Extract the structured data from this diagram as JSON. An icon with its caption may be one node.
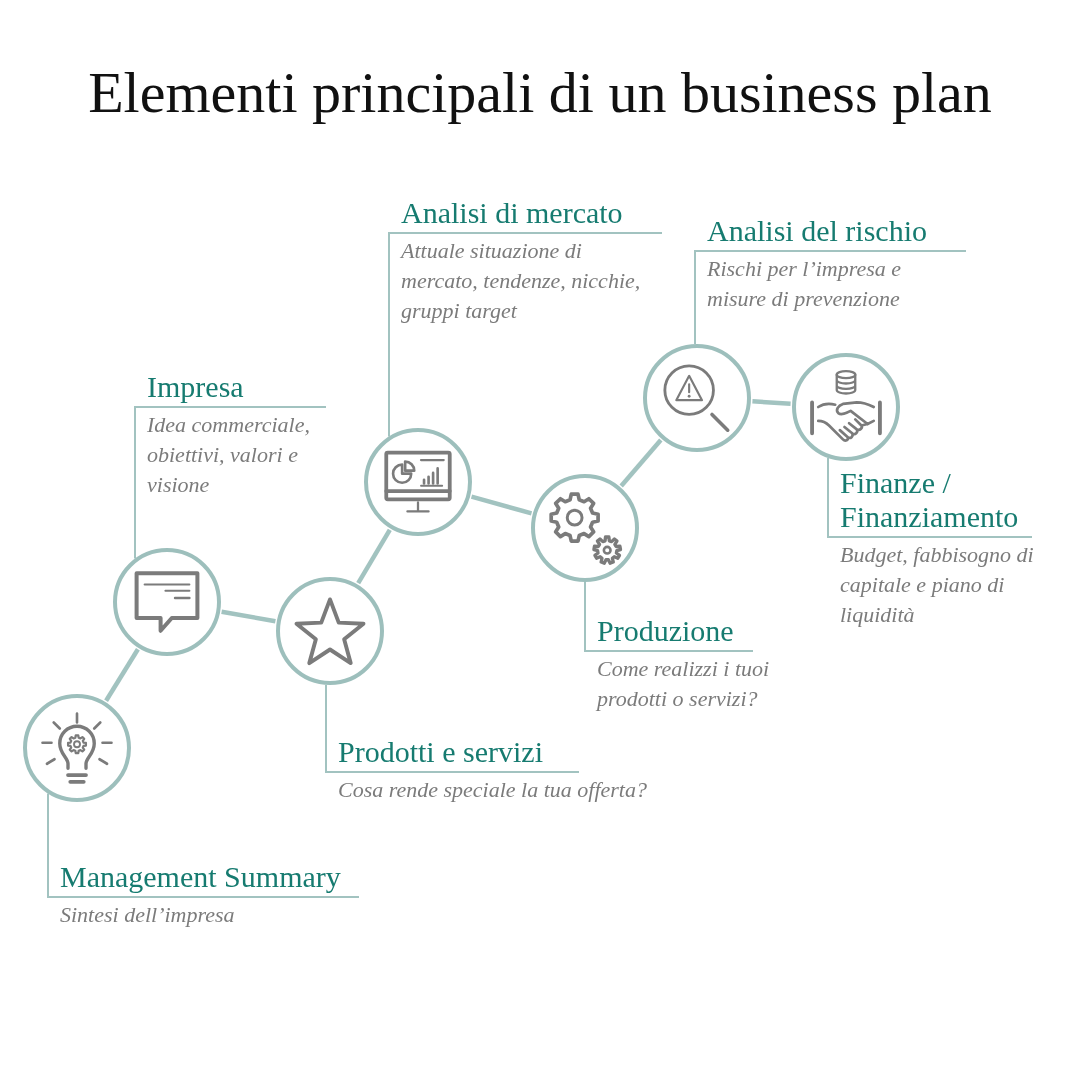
{
  "diagram": {
    "title": "Elementi principali di un business plan",
    "nodes": [
      {
        "text": [],
        "shape": "circle"
      },
      {
        "text": [
          "Management Summary",
          "Sintesi dell’impresa"
        ]
      },
      {
        "text": [],
        "shape": "circle"
      },
      {
        "text": [
          "Impresa",
          "Idea commerciale, obiettivi, valori e visione"
        ]
      },
      {
        "text": [],
        "shape": "circle"
      },
      {
        "text": [
          "Prodotti e servizi",
          "Cosa rende speciale la tua offerta?"
        ]
      },
      {
        "text": [],
        "shape": "circle"
      },
      {
        "text": [
          "Analisi di mercato",
          "Attuale situazione di mercato, tendenze, nicchie, gruppi target"
        ]
      },
      {
        "text": [],
        "shape": "circle"
      },
      {
        "text": [
          "Produzione",
          "Come realizzi i tuoi prodotti o servizi?"
        ]
      },
      {
        "text": [],
        "shape": "circle"
      },
      {
        "text": [
          "Analisi del rischio",
          "Rischi per l’impresa e misure di prevenzione"
        ]
      },
      {
        "text": [],
        "shape": "circle"
      },
      {
        "text": [
          "Finanze / Finanziamento",
          "Budget, fabbisogno di capitale e piano di liquidità"
        ]
      }
    ],
    "edges": [
      {
        "from": 0,
        "to": 2,
        "arrow": "none",
        "style": "thick"
      },
      {
        "from": 2,
        "to": 4,
        "arrow": "none",
        "style": "thick"
      },
      {
        "from": 4,
        "to": 6,
        "arrow": "none",
        "style": "thick"
      },
      {
        "from": 6,
        "to": 8,
        "arrow": "none",
        "style": "thick"
      },
      {
        "from": 8,
        "to": 10,
        "arrow": "none",
        "style": "thick"
      },
      {
        "from": 10,
        "to": 12,
        "arrow": "none",
        "style": "thick"
      },
      {
        "from": 1,
        "to": 0,
        "arrow": "none"
      },
      {
        "from": 3,
        "to": 2,
        "arrow": "none"
      },
      {
        "from": 5,
        "to": 4,
        "arrow": "none"
      },
      {
        "from": 7,
        "to": 6,
        "arrow": "none"
      },
      {
        "from": 9,
        "to": 8,
        "arrow": "none"
      },
      {
        "from": 11,
        "to": 10,
        "arrow": "none"
      },
      {
        "from": 13,
        "to": 12,
        "arrow": "none"
      }
    ]
  }
}
